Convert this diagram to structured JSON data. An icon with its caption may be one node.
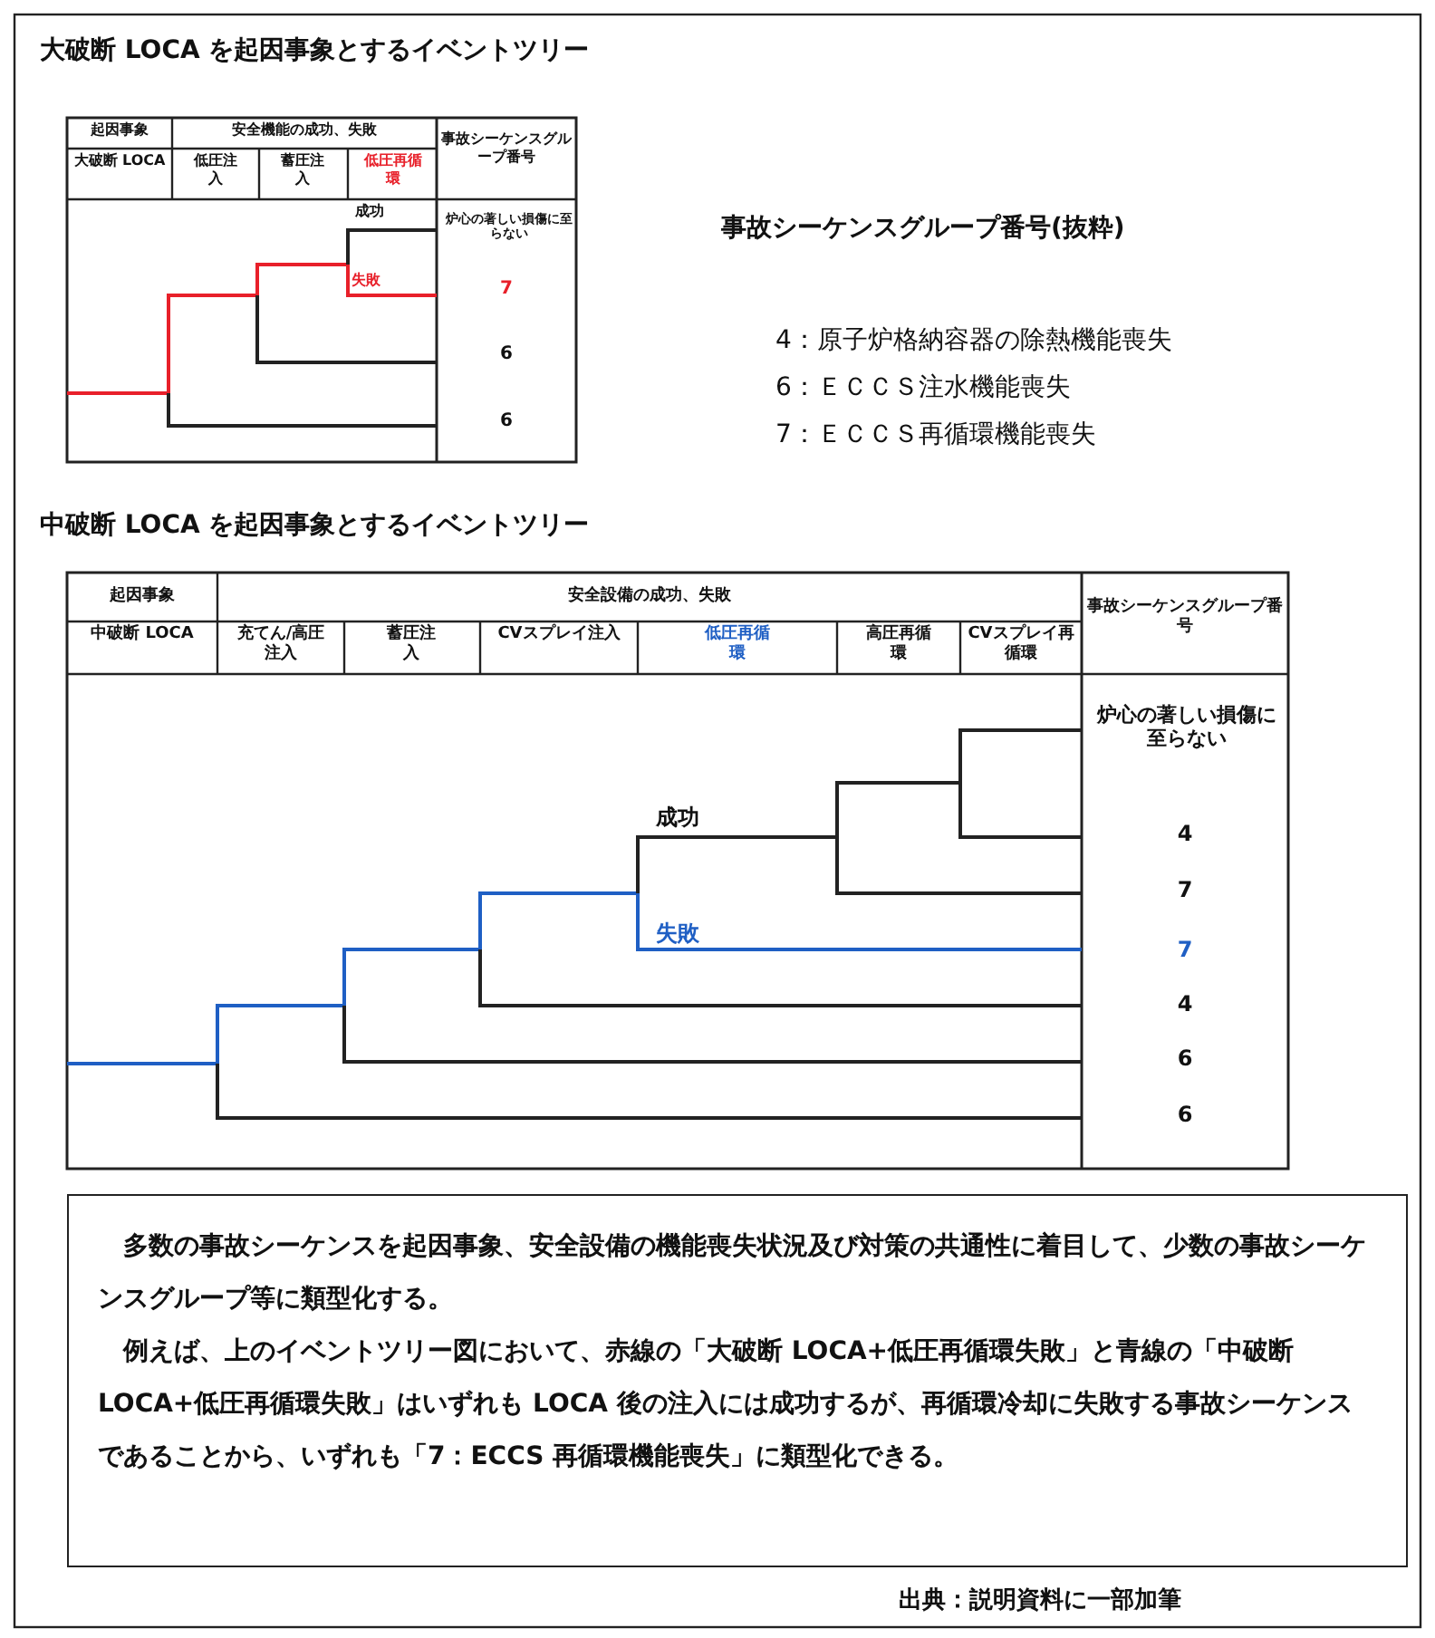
{
  "diagram": {
    "nodes": [
      {
        "text": [
          "多数の事故シーケンスを起因事象、安全設備の機能喪失状況及び対策の共通性に着目して、少数の事故シーケンスグループ等に類型化する。",
          "例えば、上のイベントツリー図において、赤線の「大破断 LOCA+低圧再循環失敗」と青線の「中破断 LOCA+低圧再循環失敗」はいずれも LOCA 後の注入には成功するが、再循環冷却に失敗する事故シーケンスであることから、いずれも「7：ECCS 再循環機能喪失」に類型化できる。"
        ]
      }
    ],
    "labels": [
      "大破断 LOCA を起因事象とするイベントツリー",
      "起因事象",
      "安全機能の成功、失敗",
      "事故シーケンスグループ番号",
      "大破断 LOCA",
      "低圧注入",
      "蓄圧注入",
      "低圧再循環",
      "成功",
      "炉心の著しい損傷に至らない",
      "失敗",
      "7",
      "6",
      "6",
      "事故シーケンスグループ番号(抜粋)",
      "4：原子炉格納容器の除熱機能喪失",
      "6：ＥＣＣＳ注水機能喪失",
      "7：ＥＣＣＳ再循環機能喪失",
      "中破断 LOCA を起因事象とするイベントツリー",
      "起因事象",
      "安全設備の成功、失敗",
      "事故シーケンスグループ番号",
      "中破断 LOCA",
      "充てん/高圧注入",
      "蓄圧注入",
      "CVスプレイ注入",
      "低圧再循環",
      "高圧再循環",
      "CVスプレイ再循環",
      "炉心の著しい損傷に至らない",
      "成功",
      "4",
      "7",
      "失敗",
      "7",
      "4",
      "6",
      "6",
      "出典：説明資料に一部加筆"
    ]
  }
}
